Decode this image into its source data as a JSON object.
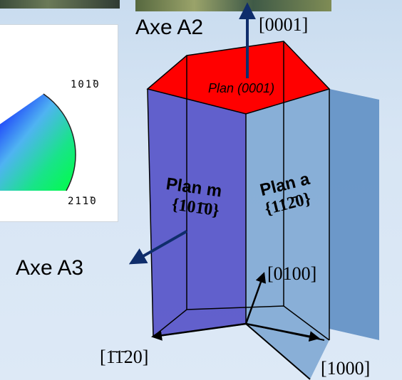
{
  "diagram": {
    "axis_a2": "Axe A2",
    "axis_a3": "Axe A3",
    "dir_0001": "[0001]",
    "dir_0100": "[0100]",
    "dir_1000": "[1000]",
    "dir_m1m120": "[1̄1̄20]",
    "plan_top": "Plan (0001)",
    "plan_m": "Plan m",
    "plan_m_idx": "{101̄0}",
    "plan_a": "Plan a",
    "plan_a_idx": "{112̄0}",
    "ipf_top": "101̄0",
    "ipf_bottom": "21̄1̄0"
  },
  "colors": {
    "top_face": "#ff0000",
    "left_face": "#5a57c8",
    "right_face": "#6f9fd0",
    "arrow": "#0f2d6b",
    "edge": "#000000"
  }
}
